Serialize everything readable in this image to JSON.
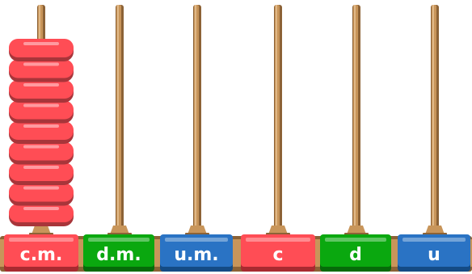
{
  "abacus": {
    "columns": [
      {
        "label": "c.m.",
        "beads": 9,
        "color": "#ff4d55",
        "dark": "#a82a30"
      },
      {
        "label": "d.m.",
        "beads": 0,
        "color": "#0aa80f",
        "dark": "#066b09"
      },
      {
        "label": "u.m.",
        "beads": 0,
        "color": "#2a73c4",
        "dark": "#144b85"
      },
      {
        "label": "c",
        "beads": 0,
        "color": "#ff4d55",
        "dark": "#a82a30"
      },
      {
        "label": "d",
        "beads": 0,
        "color": "#0aa80f",
        "dark": "#066b09"
      },
      {
        "label": "u",
        "beads": 0,
        "color": "#2a73c4",
        "dark": "#144b85"
      }
    ],
    "bead_color": "#ff4d55",
    "bead_dark": "#a8353a",
    "rod_color": "#c8955a",
    "rod_dark": "#8c6236"
  }
}
